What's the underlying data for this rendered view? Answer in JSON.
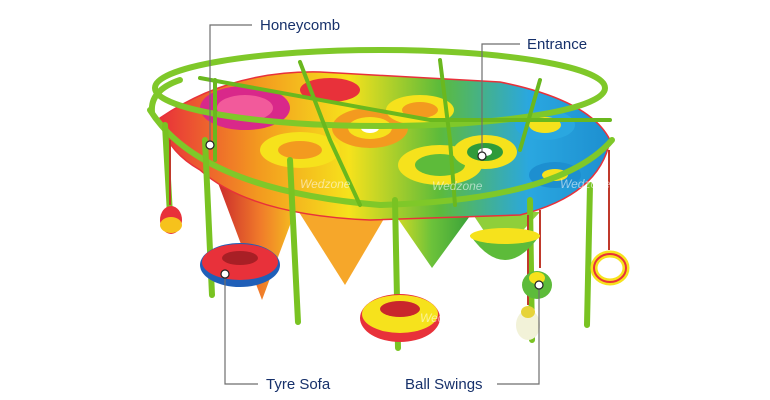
{
  "callouts": {
    "honeycomb": "Honeycomb",
    "entrance": "Entrance",
    "tyre_sofa": "Tyre Sofa",
    "ball_swings": "Ball Swings"
  },
  "watermark": "Wedzone",
  "colors": {
    "frame_green": "#7fc829",
    "label_navy": "#16306a",
    "leader_gray": "#6e6e6e",
    "net_red": "#e8313a",
    "net_orange": "#f39a1f",
    "net_yellow": "#f6e21c",
    "net_green": "#5dbb3a",
    "net_blue": "#2aa7e0",
    "net_magenta": "#d9288a"
  }
}
